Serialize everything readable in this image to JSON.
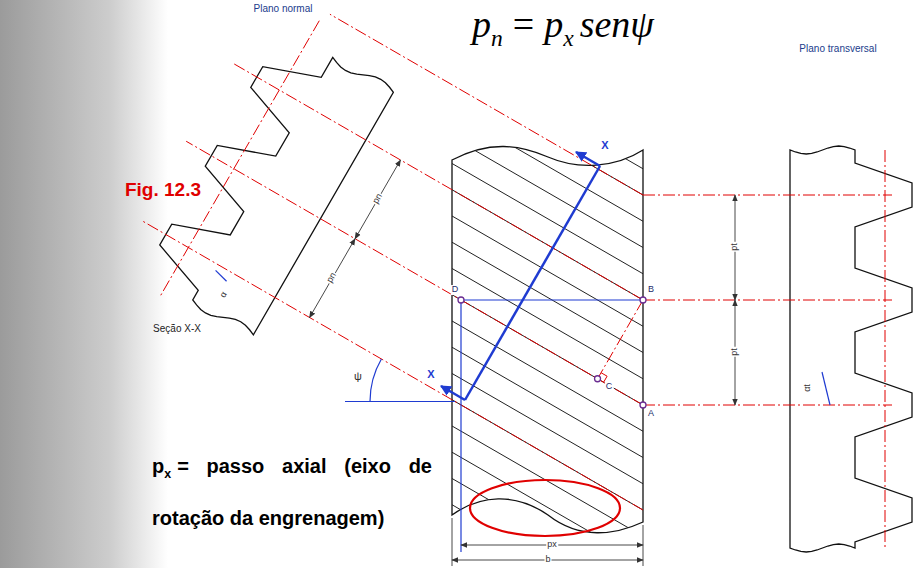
{
  "diagram": {
    "labels": [
      "Plano normal",
      "p",
      "n",
      "=",
      "p",
      "x",
      "senψ",
      "Plano transversal",
      "Fig. 12.3",
      "Seção X-X",
      "pn",
      "pn",
      "pt",
      "pt",
      "αt",
      "α",
      "ψ",
      "X",
      "X",
      "D",
      "B",
      "C",
      "A",
      "p",
      "x",
      "= passo axial (eixo de rotação da engrenagem)",
      "px",
      "b"
    ]
  }
}
